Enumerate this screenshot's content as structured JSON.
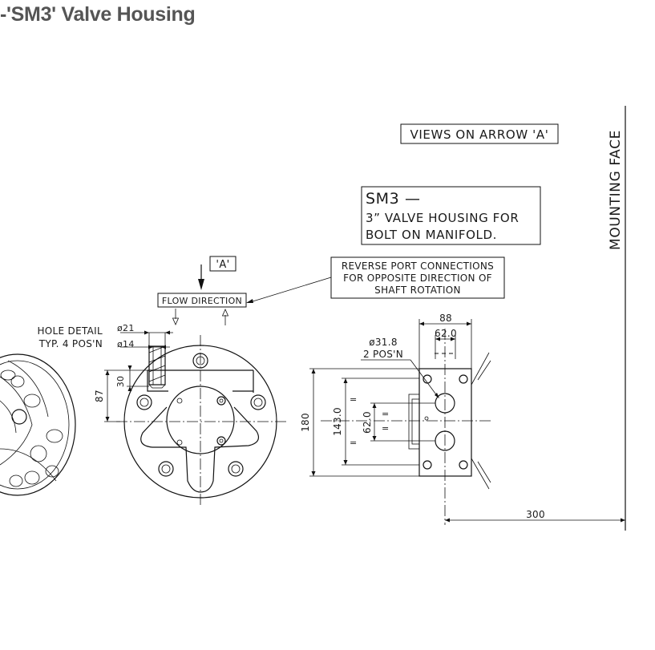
{
  "page": {
    "title": "-'SM3' Valve Housing"
  },
  "drawing": {
    "views_label": "VIEWS ON ARROW 'A'",
    "spec_line1": "SM3 —",
    "spec_line2": "3” VALVE HOUSING FOR",
    "spec_line3": "BOLT ON MANIFOLD.",
    "mounting_face": "MOUNTING FACE",
    "arrow_a": "'A'",
    "flow_direction": "FLOW DIRECTION",
    "reverse_line1": "REVERSE PORT CONNECTIONS",
    "reverse_line2": "FOR OPPOSITE DIRECTION OF",
    "reverse_line3": "SHAFT ROTATION",
    "hole_detail_line1": "HOLE DETAIL",
    "hole_detail_line2": "TYP. 4 POS'N",
    "dia_21": "ø21",
    "dia_14": "ø14",
    "dim_30": "30",
    "dim_87": "87",
    "dim_180": "180",
    "dim_143": "143.0",
    "dim_62_v": "62.0",
    "dim_88": "88",
    "dim_62_h": "62.0",
    "dia_31_8": "ø31.8",
    "pos_2": "2 POS'N",
    "dim_300": "300",
    "equal_mark": "="
  }
}
